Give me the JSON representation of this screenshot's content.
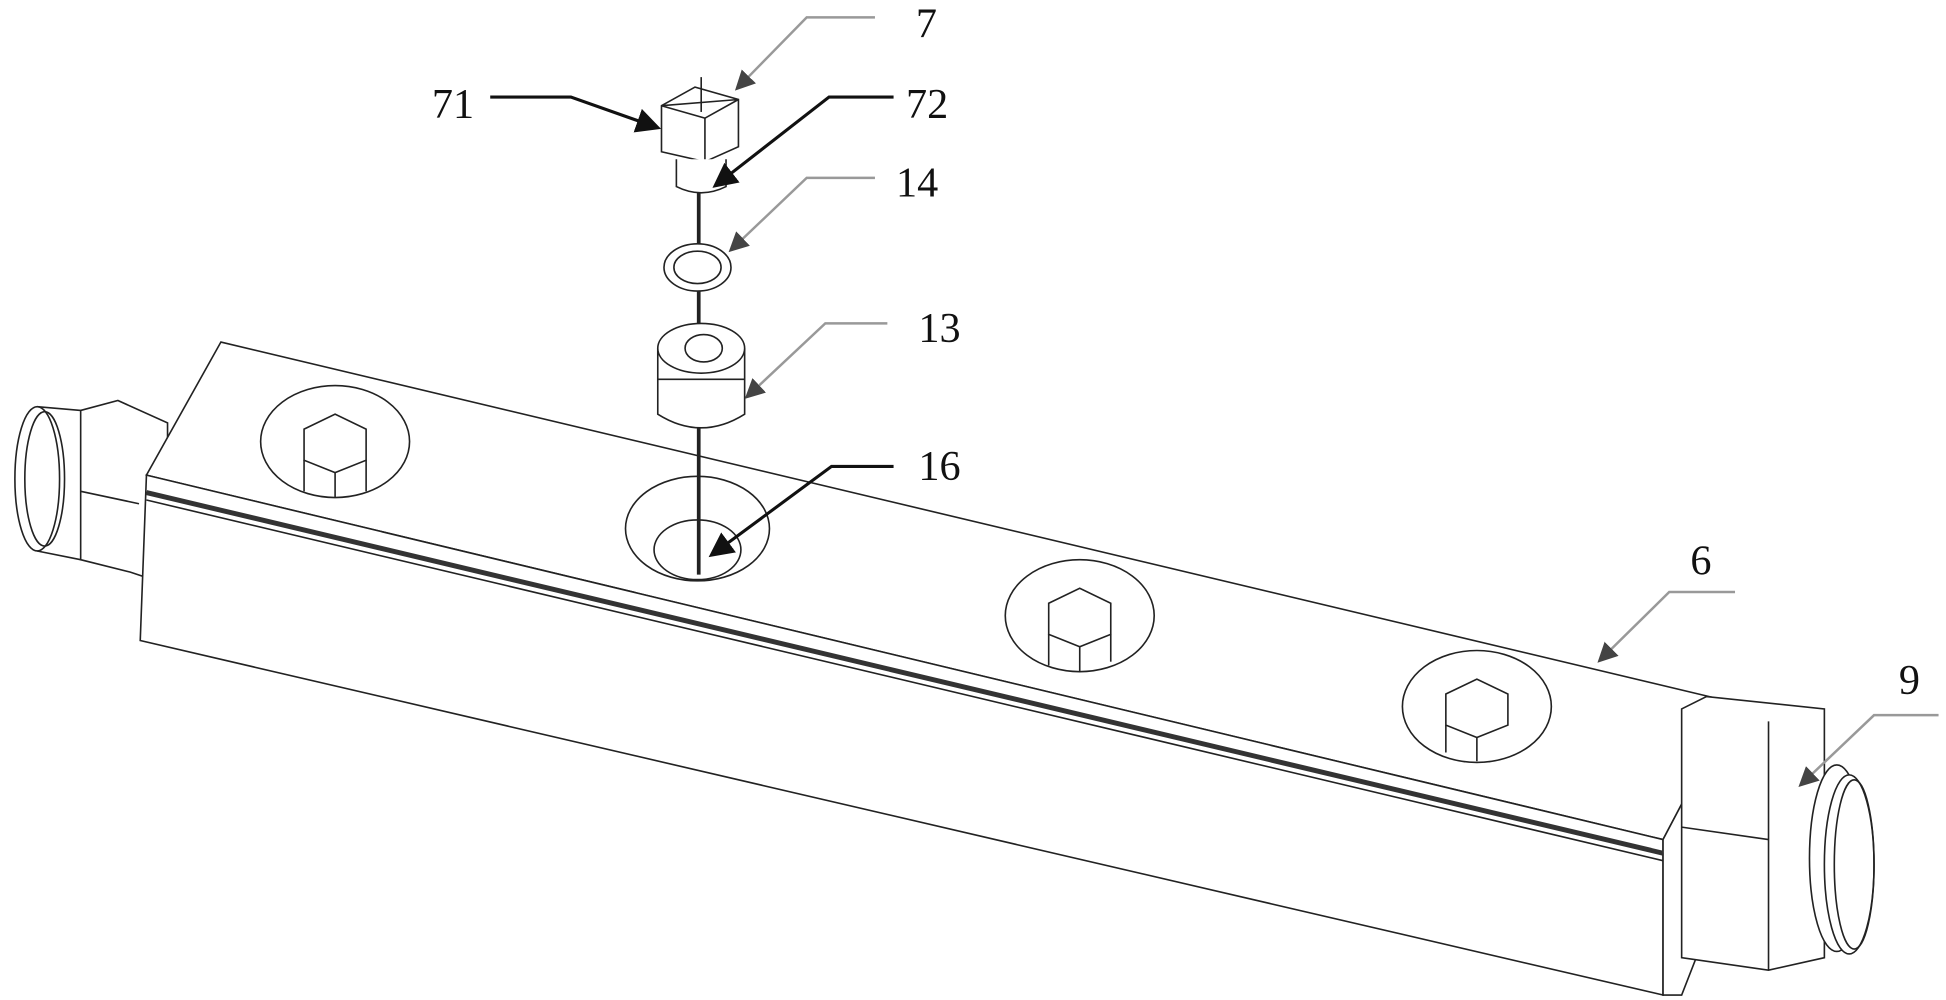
{
  "figure": {
    "labels": {
      "part_7": "7",
      "part_71": "71",
      "part_72": "72",
      "part_14": "14",
      "part_13": "13",
      "part_16": "16",
      "part_6": "6",
      "part_9": "9"
    }
  }
}
